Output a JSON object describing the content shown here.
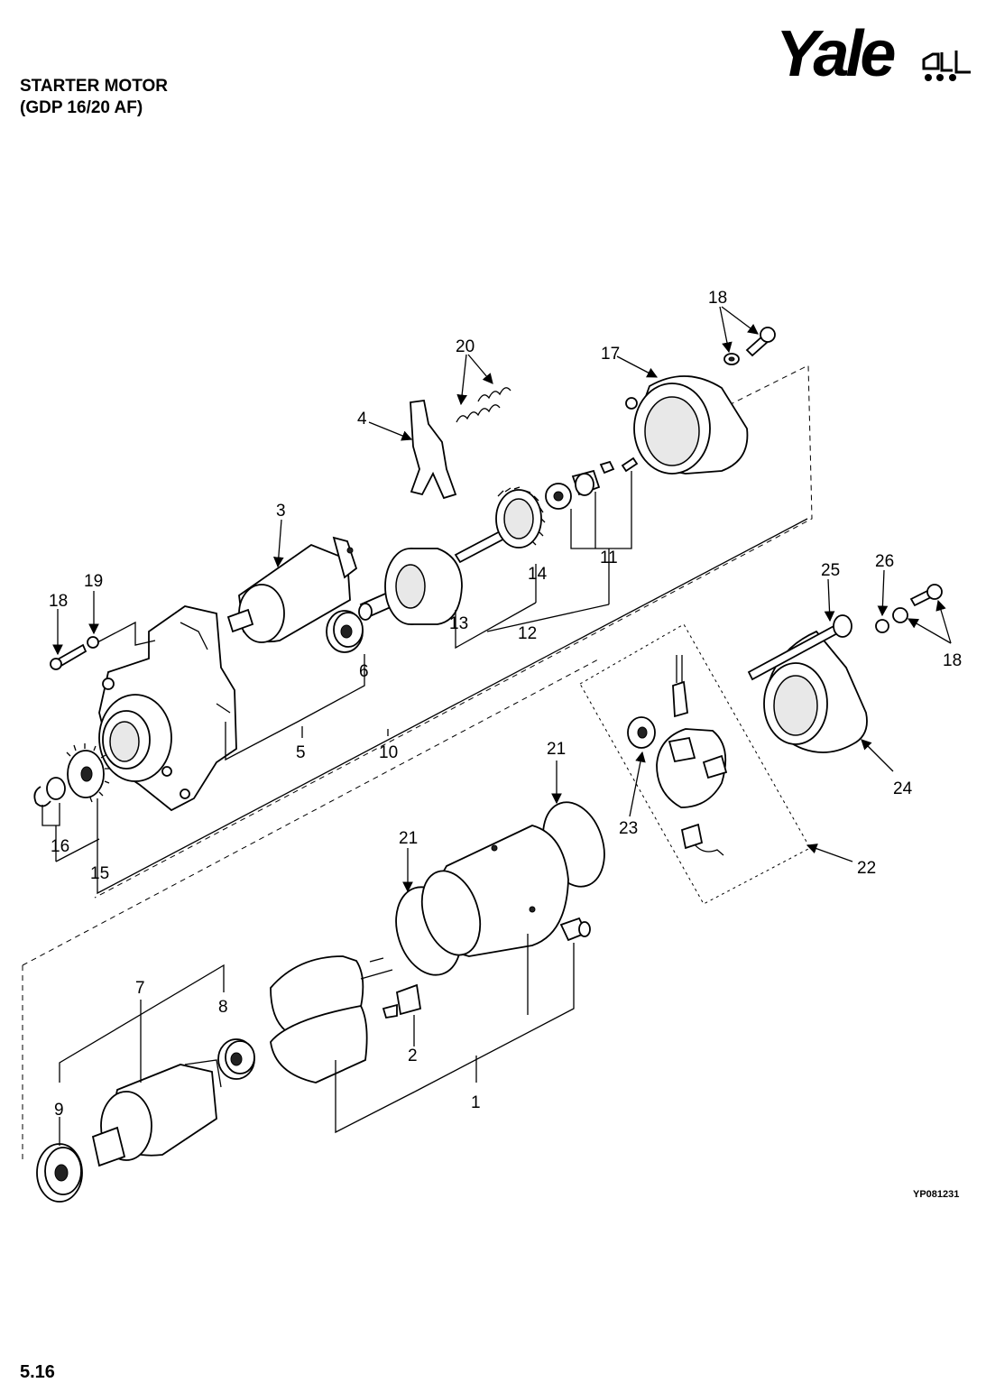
{
  "title": {
    "line1": "STARTER MOTOR",
    "line2": "(GDP 16/20 AF)"
  },
  "logo": {
    "text": "Yale"
  },
  "figure_code": "YP081231",
  "page_number": "5.16",
  "callouts": {
    "c1": "1",
    "c2": "2",
    "c3": "3",
    "c4": "4",
    "c5": "5",
    "c6": "6",
    "c7": "7",
    "c8": "8",
    "c9": "9",
    "c10": "10",
    "c11": "11",
    "c12": "12",
    "c13": "13",
    "c14": "14",
    "c15": "15",
    "c16": "16",
    "c17": "17",
    "c18a": "18",
    "c18b": "18",
    "c18c": "18",
    "c19": "19",
    "c20": "20",
    "c21a": "21",
    "c21b": "21",
    "c22": "22",
    "c23": "23",
    "c24": "24",
    "c25": "25",
    "c26": "26"
  }
}
